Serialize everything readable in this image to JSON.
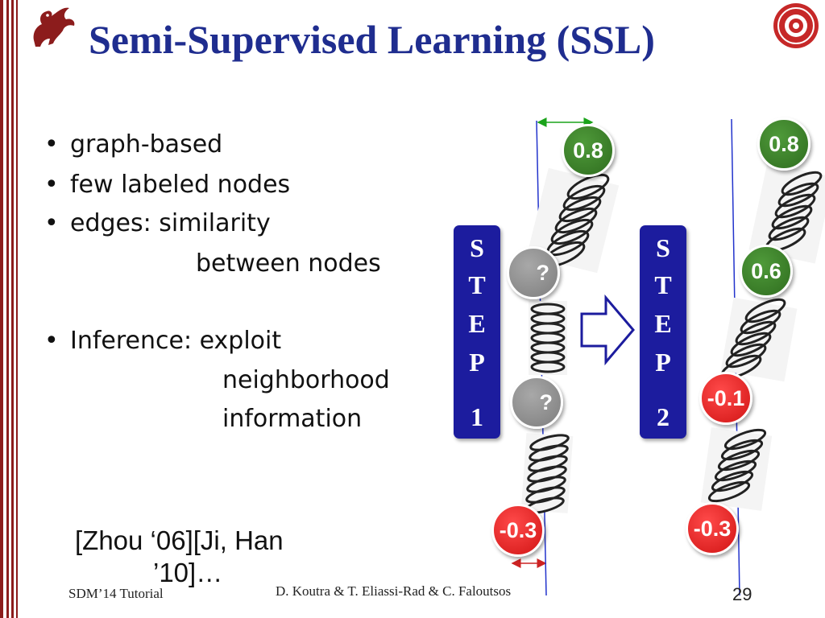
{
  "slide": {
    "title": "Semi-Supervised Learning (SSL)",
    "bullets": [
      {
        "marker": "•",
        "text": "graph-based"
      },
      {
        "marker": "•",
        "text": "few labeled nodes"
      },
      {
        "marker": "•",
        "text": "edges: similarity"
      },
      {
        "marker": "",
        "text": "between nodes"
      },
      {
        "marker": "•",
        "text": "Inference: exploit"
      },
      {
        "marker": "",
        "text": "neighborhood"
      },
      {
        "marker": "",
        "text": "information"
      }
    ],
    "citation": [
      "[Zhou ‘06][Ji, Han",
      "’10]…"
    ]
  },
  "diagram": {
    "step1": {
      "letters": [
        "S",
        "T",
        "E",
        "P"
      ],
      "number": "1"
    },
    "step2": {
      "letters": [
        "S",
        "T",
        "E",
        "P"
      ],
      "number": "2"
    },
    "step1_nodes": {
      "top": "0.8",
      "mid1": "?",
      "mid2": "?",
      "bottom": "-0.3"
    },
    "step2_nodes": {
      "top": "0.8",
      "mid1": "0.6",
      "mid2": "-0.1",
      "bottom": "-0.3"
    },
    "colors": {
      "positive": "#2f6d1f",
      "negative": "#d11414",
      "unknown": "#8a8a8a",
      "step_box": "#1c1c9e",
      "axis_line": "#2233cc",
      "measure_arrow": "#1aa31a",
      "measure_arrow_bottom": "#cc2222"
    }
  },
  "footer": {
    "left": "SDM’14 Tutorial",
    "center": "D. Koutra & T. Eliassi-Rad & C. Faloutsos",
    "page": "29"
  },
  "logos": {
    "left": "griffin-logo",
    "right": "university-seal"
  }
}
